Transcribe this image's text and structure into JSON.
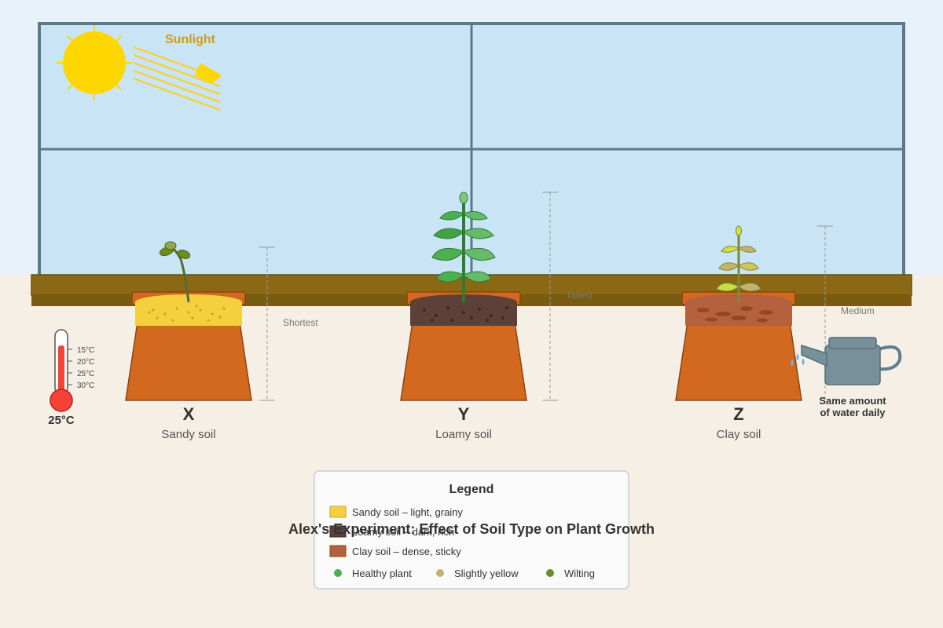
{
  "sun": {
    "label": "Sunlight"
  },
  "thermometer": {
    "ticks": [
      "15°C",
      "20°C",
      "25°C",
      "30°C"
    ],
    "reading": "25°C"
  },
  "pots": [
    {
      "letter": "X",
      "soil": "Sandy soil",
      "height_label": "Shortest",
      "plant_health": "Wilting"
    },
    {
      "letter": "Y",
      "soil": "Loamy soil",
      "height_label": "Tallest",
      "plant_health": "Healthy plant"
    },
    {
      "letter": "Z",
      "soil": "Clay soil",
      "height_label": "Medium",
      "plant_health": "Slightly yellow"
    }
  ],
  "watering_can": {
    "line1": "Same amount",
    "line2": "of water daily"
  },
  "legend": {
    "title": "Legend",
    "soils": [
      {
        "label": "Sandy soil – light, grainy",
        "color": "#f4d03f"
      },
      {
        "label": "Loamy soil – dark, rich",
        "color": "#5d4037"
      },
      {
        "label": "Clay soil – dense, sticky",
        "color": "#b5613f"
      }
    ],
    "health": [
      {
        "label": "Healthy plant",
        "color": "#4caf50"
      },
      {
        "label": "Slightly yellow",
        "color": "#c5b36b"
      },
      {
        "label": "Wilting",
        "color": "#6b8e23"
      }
    ]
  },
  "title": "Alex's Experiment: Effect of Soil Type on Plant Growth",
  "colors": {
    "wall": "#e8f2fa",
    "window_glass": "#c9e4f5",
    "window_frame": "#5a7a8c",
    "sill": "#8b6914",
    "pot": "#d2691e",
    "sun": "#ffd700"
  }
}
